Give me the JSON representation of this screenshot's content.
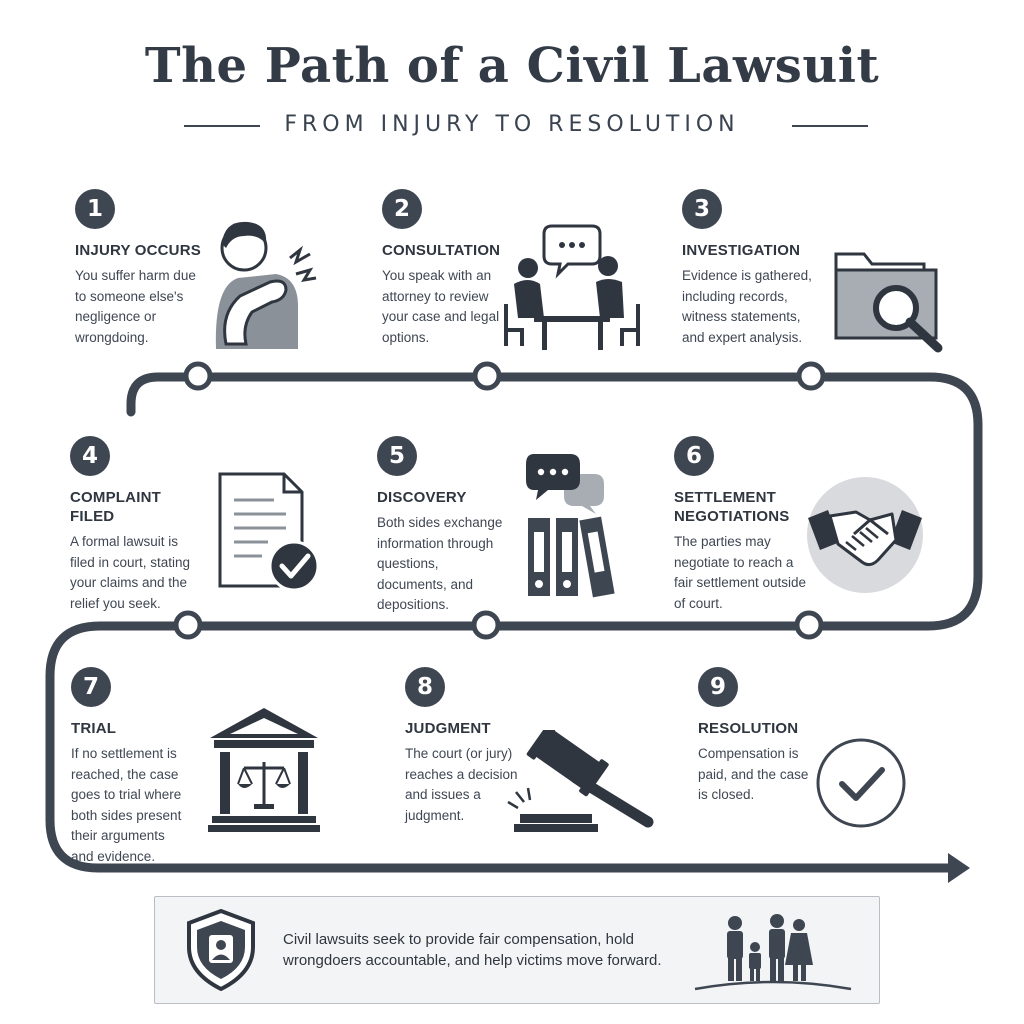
{
  "header": {
    "title": "The Path of a Civil Lawsuit",
    "subtitle": "FROM INJURY TO RESOLUTION"
  },
  "colors": {
    "primary": "#3e4652",
    "accent_gray": "#a8adb3",
    "light_gray": "#d8dadd",
    "background": "#ffffff"
  },
  "steps": [
    {
      "number": "1",
      "title": "INJURY OCCURS",
      "description": "You suffer harm due to someone else's negligence or wrongdoing.",
      "icon": "injured-person-icon"
    },
    {
      "number": "2",
      "title": "CONSULTATION",
      "description": "You speak with an attorney to review your case and legal options.",
      "icon": "consultation-meeting-icon"
    },
    {
      "number": "3",
      "title": "INVESTIGATION",
      "description": "Evidence is gathered, including records, witness statements, and expert analysis.",
      "icon": "folder-magnifier-icon"
    },
    {
      "number": "4",
      "title": "COMPLAINT FILED",
      "description": "A formal lawsuit is filed in court, stating your claims and the relief you seek.",
      "icon": "document-check-icon"
    },
    {
      "number": "5",
      "title": "DISCOVERY",
      "description": "Both sides exchange information through questions, documents, and depositions.",
      "icon": "binders-chat-icon"
    },
    {
      "number": "6",
      "title": "SETTLEMENT NEGOTIATIONS",
      "description": "The parties may negotiate to reach a fair settlement outside of court.",
      "icon": "handshake-icon"
    },
    {
      "number": "7",
      "title": "TRIAL",
      "description": "If no settlement is reached, the case goes to trial where both sides present their arguments and evidence.",
      "icon": "courthouse-icon"
    },
    {
      "number": "8",
      "title": "JUDGMENT",
      "description": "The court (or jury) reaches a decision and issues a judgment.",
      "icon": "gavel-icon"
    },
    {
      "number": "9",
      "title": "RESOLUTION",
      "description": "Compensation is paid, and the case is closed.",
      "icon": "checkmark-circle-icon"
    }
  ],
  "footer": {
    "text": "Civil lawsuits seek to provide fair compensation, hold wrongdoers accountable, and help victims move forward.",
    "left_icon": "shield-person-icon",
    "right_icon": "family-icon"
  }
}
